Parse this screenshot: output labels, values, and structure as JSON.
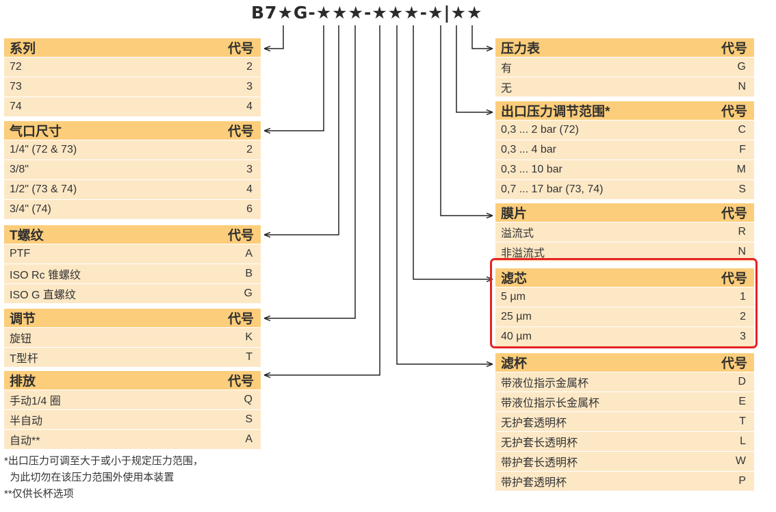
{
  "model_code": "B7★G-★★★-★★★-★|★★",
  "tables": {
    "series": {
      "title": "系列",
      "code_header": "代号",
      "rows": [
        [
          "72",
          "2"
        ],
        [
          "73",
          "3"
        ],
        [
          "74",
          "4"
        ]
      ]
    },
    "port_size": {
      "title": "气口尺寸",
      "code_header": "代号",
      "rows": [
        [
          "1/4\" (72 & 73)",
          "2"
        ],
        [
          "3/8\"",
          "3"
        ],
        [
          "1/2\" (73 & 74)",
          "4"
        ],
        [
          "3/4\" (74)",
          "6"
        ]
      ]
    },
    "thread": {
      "title": "T螺纹",
      "code_header": "代号",
      "rows": [
        [
          "PTF",
          "A"
        ],
        [
          "ISO Rc 锥螺纹",
          "B"
        ],
        [
          "ISO G 直螺纹",
          "G"
        ]
      ]
    },
    "adjustment": {
      "title": "调节",
      "code_header": "代号",
      "rows": [
        [
          "旋钮",
          "K"
        ],
        [
          "T型杆",
          "T"
        ]
      ]
    },
    "drain": {
      "title": "排放",
      "code_header": "代号",
      "rows": [
        [
          "手动1/4 圈",
          "Q"
        ],
        [
          "半自动",
          "S"
        ],
        [
          "自动**",
          "A"
        ]
      ]
    },
    "gauge": {
      "title": "压力表",
      "code_header": "代号",
      "rows": [
        [
          "有",
          "G"
        ],
        [
          "无",
          "N"
        ]
      ]
    },
    "outlet_pressure": {
      "title": "出口压力调节范围*",
      "code_header": "代号",
      "rows": [
        [
          "0,3 ... 2 bar (72)",
          "C"
        ],
        [
          "0,3 ... 4 bar",
          "F"
        ],
        [
          "0,3 ... 10 bar",
          "M"
        ],
        [
          "0,7 ... 17 bar (73, 74)",
          "S"
        ]
      ]
    },
    "diaphragm": {
      "title": "膜片",
      "code_header": "代号",
      "rows": [
        [
          "溢流式",
          "R"
        ],
        [
          "非溢流式",
          "N"
        ]
      ]
    },
    "element": {
      "title": "滤芯",
      "code_header": "代号",
      "rows": [
        [
          "5 µm",
          "1"
        ],
        [
          "25 µm",
          "2"
        ],
        [
          "40 µm",
          "3"
        ]
      ]
    },
    "bowl": {
      "title": "滤杯",
      "code_header": "代号",
      "rows": [
        [
          "带液位指示金属杯",
          "D"
        ],
        [
          "带液位指示长金属杯",
          "E"
        ],
        [
          "无护套透明杯",
          "T"
        ],
        [
          "无护套长透明杯",
          "L"
        ],
        [
          "带护套长透明杯",
          "W"
        ],
        [
          "带护套透明杯",
          "P"
        ]
      ]
    }
  },
  "notes": [
    "*出口压力可调至大于或小于规定压力范围，",
    "  为此切勿在该压力范围外使用本装置",
    "**仅供长杯选项"
  ],
  "colors": {
    "header_bg": "#fccd7a",
    "row_bg": "#fde8c6",
    "highlight": "#e52222",
    "connector": "#222222"
  }
}
